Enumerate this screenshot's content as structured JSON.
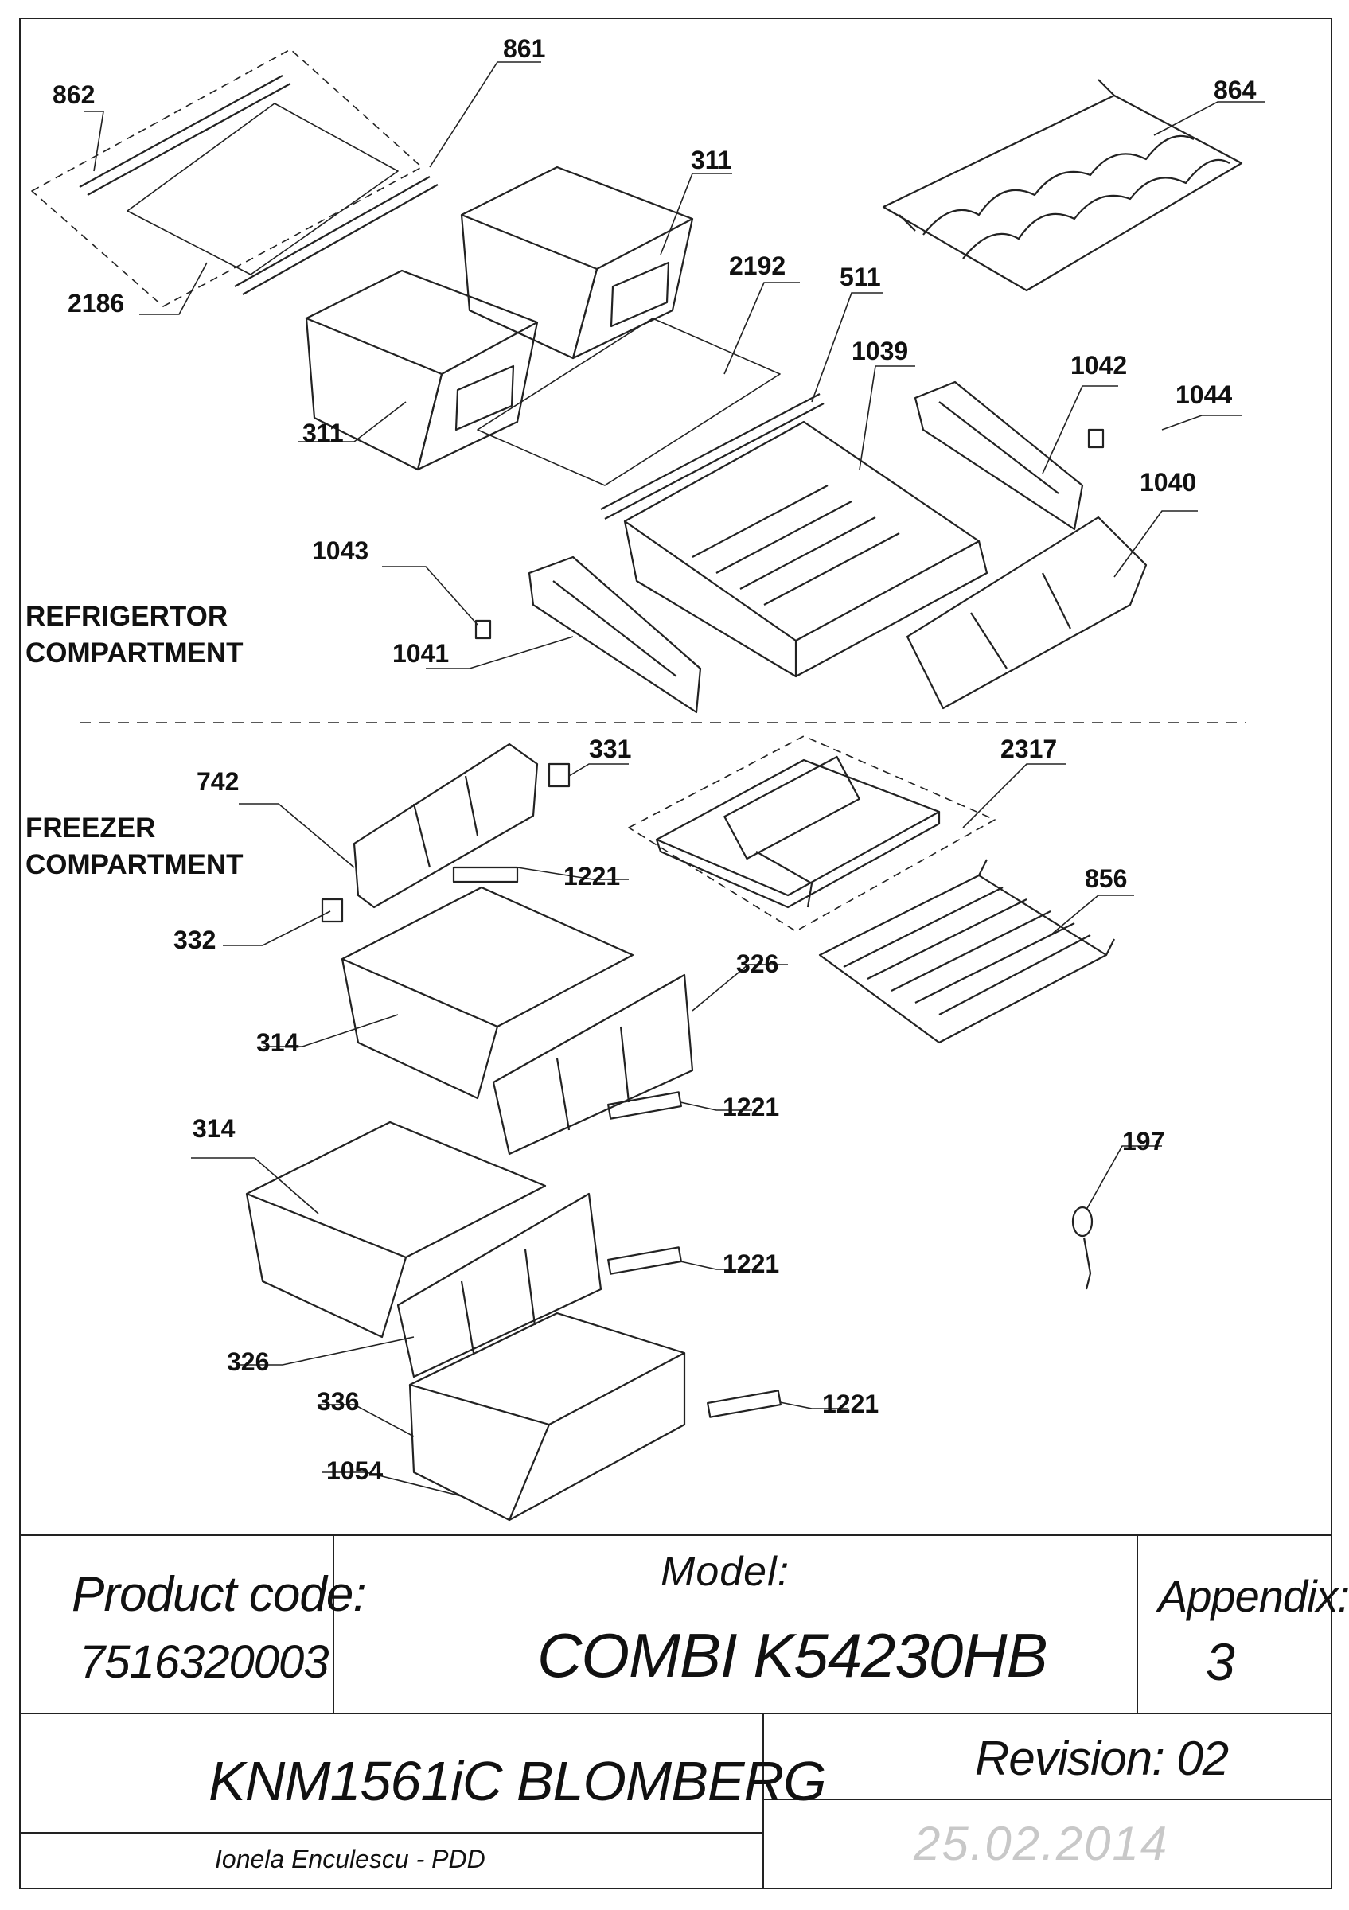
{
  "sections": {
    "refrigerator": [
      "REFRIGERTOR",
      "COMPARTMENT"
    ],
    "freezer": [
      "FREEZER",
      "COMPARTMENT"
    ]
  },
  "callouts": [
    {
      "id": "c862",
      "text": "862"
    },
    {
      "id": "c861",
      "text": "861"
    },
    {
      "id": "c864",
      "text": "864"
    },
    {
      "id": "c311a",
      "text": "311"
    },
    {
      "id": "c2186",
      "text": "2186"
    },
    {
      "id": "c2192",
      "text": "2192"
    },
    {
      "id": "c511",
      "text": "511"
    },
    {
      "id": "c1039",
      "text": "1039"
    },
    {
      "id": "c311b",
      "text": "311"
    },
    {
      "id": "c1042",
      "text": "1042"
    },
    {
      "id": "c1044",
      "text": "1044"
    },
    {
      "id": "c1040",
      "text": "1040"
    },
    {
      "id": "c1043",
      "text": "1043"
    },
    {
      "id": "c1041",
      "text": "1041"
    },
    {
      "id": "c331",
      "text": "331"
    },
    {
      "id": "c2317",
      "text": "2317"
    },
    {
      "id": "c742",
      "text": "742"
    },
    {
      "id": "c1221a",
      "text": "1221"
    },
    {
      "id": "c856",
      "text": "856"
    },
    {
      "id": "c332",
      "text": "332"
    },
    {
      "id": "c326a",
      "text": "326"
    },
    {
      "id": "c314a",
      "text": "314"
    },
    {
      "id": "c1221b",
      "text": "1221"
    },
    {
      "id": "c314b",
      "text": "314"
    },
    {
      "id": "c197",
      "text": "197"
    },
    {
      "id": "c1221c",
      "text": "1221"
    },
    {
      "id": "c326b",
      "text": "326"
    },
    {
      "id": "c336",
      "text": "336"
    },
    {
      "id": "c1221d",
      "text": "1221"
    },
    {
      "id": "c1054",
      "text": "1054"
    }
  ],
  "title_block": {
    "product_code_label": "Product code:",
    "product_code": "7516320003",
    "model_label": "Model:",
    "model": "COMBI K54230HB",
    "appendix_label": "Appendix:",
    "appendix": "3",
    "product_name": "KNM1561iC BLOMBERG",
    "revision": "Revision: 02",
    "author": "Ionela Enculescu - PDD",
    "date": "25.02.2014"
  }
}
